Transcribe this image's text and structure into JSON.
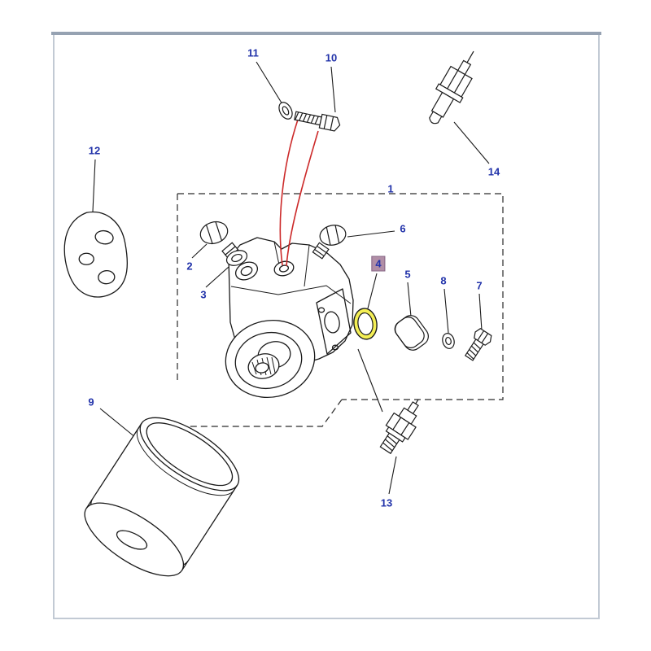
{
  "figure": {
    "type": "exploded-parts-diagram",
    "highlighted_part_label": "4"
  },
  "parts": [
    {
      "label": "1"
    },
    {
      "label": "2"
    },
    {
      "label": "3"
    },
    {
      "label": "4"
    },
    {
      "label": "5"
    },
    {
      "label": "6"
    },
    {
      "label": "7"
    },
    {
      "label": "8"
    },
    {
      "label": "9"
    },
    {
      "label": "10"
    },
    {
      "label": "11"
    },
    {
      "label": "12"
    },
    {
      "label": "13"
    },
    {
      "label": "14"
    }
  ],
  "colors": {
    "label_text": "#2233aa",
    "line_art": "#1a1a1a",
    "red_reference_line": "#cc2a2a",
    "highlight_fill": "#f4ef55",
    "highlight_label_bg": "#b18ea6",
    "frame_top": "#96a2b2",
    "frame_side": "#c2cad4"
  }
}
